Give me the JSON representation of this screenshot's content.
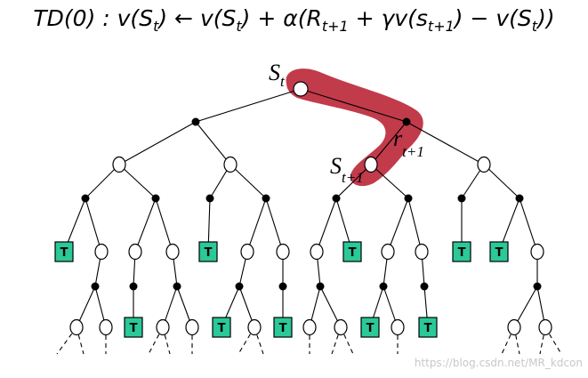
{
  "formula": {
    "lhs": "TD(0) : v(S",
    "lhs_sub": "t",
    "arrow": ") ← v(S",
    "arrow_sub": "t",
    "mid": ") + α(R",
    "r_sub": "t+1",
    "gamma": " + γv(s",
    "s_sub": "t+1",
    "tail": ") − v(S",
    "tail_sub": "t",
    "end": "))"
  },
  "labels": {
    "s_t": "S",
    "s_t_sub": "t",
    "r": "r",
    "r_sub": "t+1",
    "s_t1": "S",
    "s_t1_sub": "t+1"
  },
  "terminal_label": "T",
  "watermark": "https://blog.csdn.net/MR_kdcon",
  "colors": {
    "highlight": "#c23b4b",
    "terminal_fill": "#2bc898",
    "line": "#000000"
  }
}
